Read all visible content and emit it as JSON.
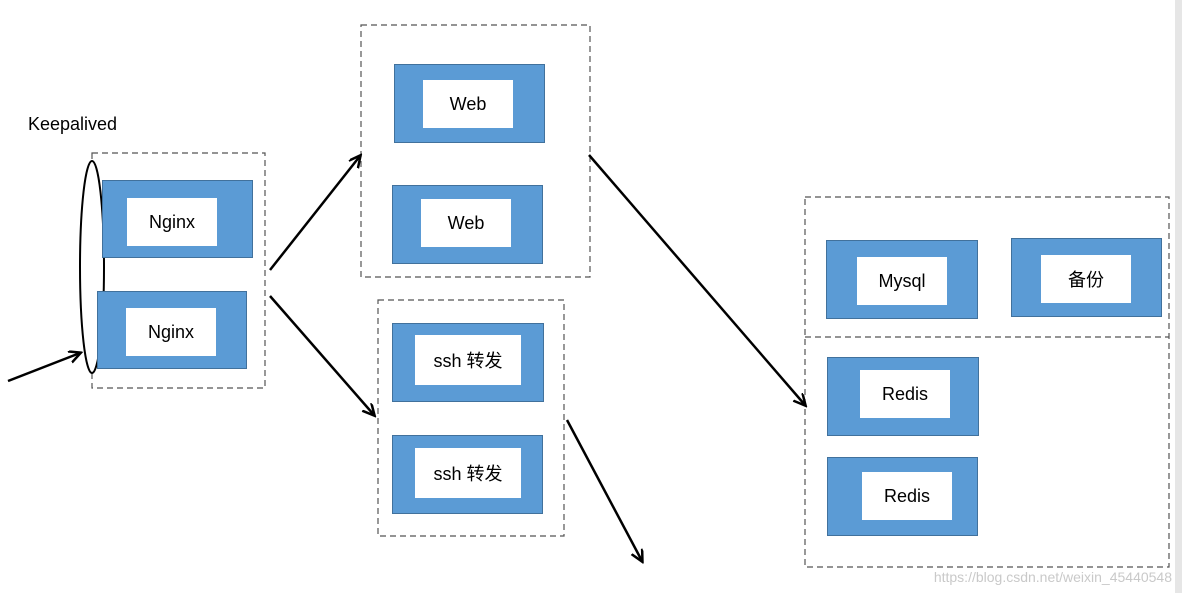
{
  "keepalived_label": "Keepalived",
  "nodes": {
    "nginx_1": "Nginx",
    "nginx_2": "Nginx",
    "web_1": "Web",
    "web_2": "Web",
    "ssh_1": "ssh 转发",
    "ssh_2": "ssh 转发",
    "mysql": "Mysql",
    "backup": "备份",
    "redis_1": "Redis",
    "redis_2": "Redis"
  },
  "colors": {
    "box_fill": "#5b9bd5",
    "box_border": "#41719c",
    "inner_fill": "#ffffff",
    "line": "#000000",
    "dashed": "#555555"
  },
  "watermark": "https://blog.csdn.net/weixin_45440548"
}
